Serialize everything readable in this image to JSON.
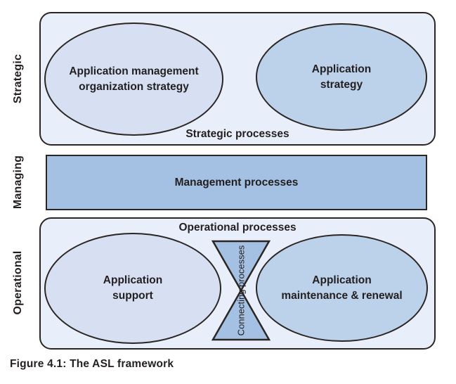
{
  "figure": {
    "caption": "Figure 4.1: The ASL framework"
  },
  "colors": {
    "container_fill": "#e9effa",
    "ellipse_light_fill": "#d6e0f2",
    "ellipse_medium_fill": "#bcd1ea",
    "solid_blue_fill": "#a4c1e3",
    "stroke": "#2b2623",
    "text": "#231f20"
  },
  "bands": {
    "strategic": {
      "label": "Strategic",
      "container_label": "Strategic processes",
      "ellipses": [
        {
          "lines": [
            "Application management",
            "organization strategy"
          ]
        },
        {
          "lines": [
            "Application",
            "strategy"
          ]
        }
      ]
    },
    "managing": {
      "label": "Managing",
      "box_label": "Management processes"
    },
    "operational": {
      "label": "Operational",
      "container_label": "Operational processes",
      "connector_label": "Connecting processes",
      "ellipses": [
        {
          "lines": [
            "Application",
            "support"
          ]
        },
        {
          "lines": [
            "Application",
            "maintenance & renewal"
          ]
        }
      ]
    }
  }
}
